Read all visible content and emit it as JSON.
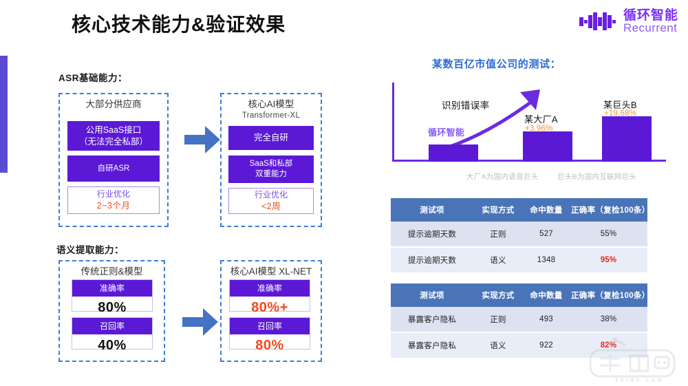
{
  "header": {
    "title": "核心技术能力&验证效果",
    "logo": {
      "cn": "循环智能",
      "en": "Recurrent",
      "icon": "waveform-logo-icon"
    }
  },
  "left": {
    "asr": {
      "caption": "ASR基础能力：",
      "before": {
        "title": "大部分供应商",
        "cards": [
          {
            "line1": "公用SaaS接口",
            "line2": "（无法完全私部）"
          },
          {
            "line1": "自研ASR",
            "line2": ""
          }
        ],
        "optimize": {
          "label": "行业优化",
          "value": "2~3个月"
        }
      },
      "after": {
        "title": "核心AI模型",
        "subtitle": "Transformer-XL",
        "cards": [
          {
            "line1": "完全自研",
            "line2": ""
          },
          {
            "line1": "SaaS和私部",
            "line2": "双重能力"
          }
        ],
        "optimize": {
          "label": "行业优化",
          "value": "<2周"
        }
      },
      "arrow": "right-arrow-icon"
    },
    "semantic": {
      "caption": "语义提取能力：",
      "before": {
        "title": "传统正则&模型",
        "metrics": [
          {
            "label": "准确率",
            "value": "80%",
            "highlight": false
          },
          {
            "label": "召回率",
            "value": "40%",
            "highlight": false
          }
        ]
      },
      "after": {
        "title": "核心AI模型 XL-NET",
        "metrics": [
          {
            "label": "准确率",
            "value": "80%+",
            "highlight": true
          },
          {
            "label": "召回率",
            "value": "80%",
            "highlight": true
          }
        ]
      },
      "arrow": "right-arrow-icon"
    }
  },
  "right": {
    "chart_title": "某数百亿市值公司的测试：",
    "footnotes": [
      "大厂A为国内语音巨头",
      "巨头B为国内互联网巨头"
    ],
    "tables": [
      {
        "headers": [
          "测试项",
          "实现方式",
          "命中数量",
          "正确率（复检100条）"
        ],
        "rows": [
          {
            "cells": [
              "提示逾期天数",
              "正则",
              "527",
              "55%"
            ],
            "highlight_last": false
          },
          {
            "cells": [
              "提示逾期天数",
              "语义",
              "1348",
              "95%"
            ],
            "highlight_last": true
          }
        ]
      },
      {
        "headers": [
          "测试项",
          "实现方式",
          "命中数量",
          "正确率（复检100条）"
        ],
        "rows": [
          {
            "cells": [
              "暴露客户隐私",
              "正则",
              "493",
              "38%"
            ],
            "highlight_last": false
          },
          {
            "cells": [
              "暴露客户隐私",
              "语义",
              "922",
              "82%"
            ],
            "highlight_last": true
          }
        ]
      }
    ]
  },
  "chart_data": {
    "type": "bar",
    "title": "某数百亿市值公司的测试：",
    "annotation": "识别错误率",
    "categories": [
      "循环智能",
      "某大厂A",
      "某巨头B"
    ],
    "labels": [
      "",
      "+3.96%",
      "+19.68%"
    ],
    "values": [
      0,
      3.96,
      19.68
    ],
    "xlabel": "",
    "ylabel": "识别错误率",
    "ylim": [
      0,
      24
    ],
    "grid": false,
    "legend": "none",
    "notes": [
      "大厂A为国内语音巨头",
      "巨头B为国内互联网巨头"
    ]
  },
  "watermark": {
    "text": "zhidx.com",
    "icon": "zhidongxi-robot-icon"
  },
  "colors": {
    "brand_purple": "#5B19D6",
    "logo_purple": "#7B2FF7",
    "accent_blue": "#2B6BD4",
    "table_header": "#4A74B8",
    "highlight_red": "#E8261C",
    "orange": "#F09030"
  }
}
